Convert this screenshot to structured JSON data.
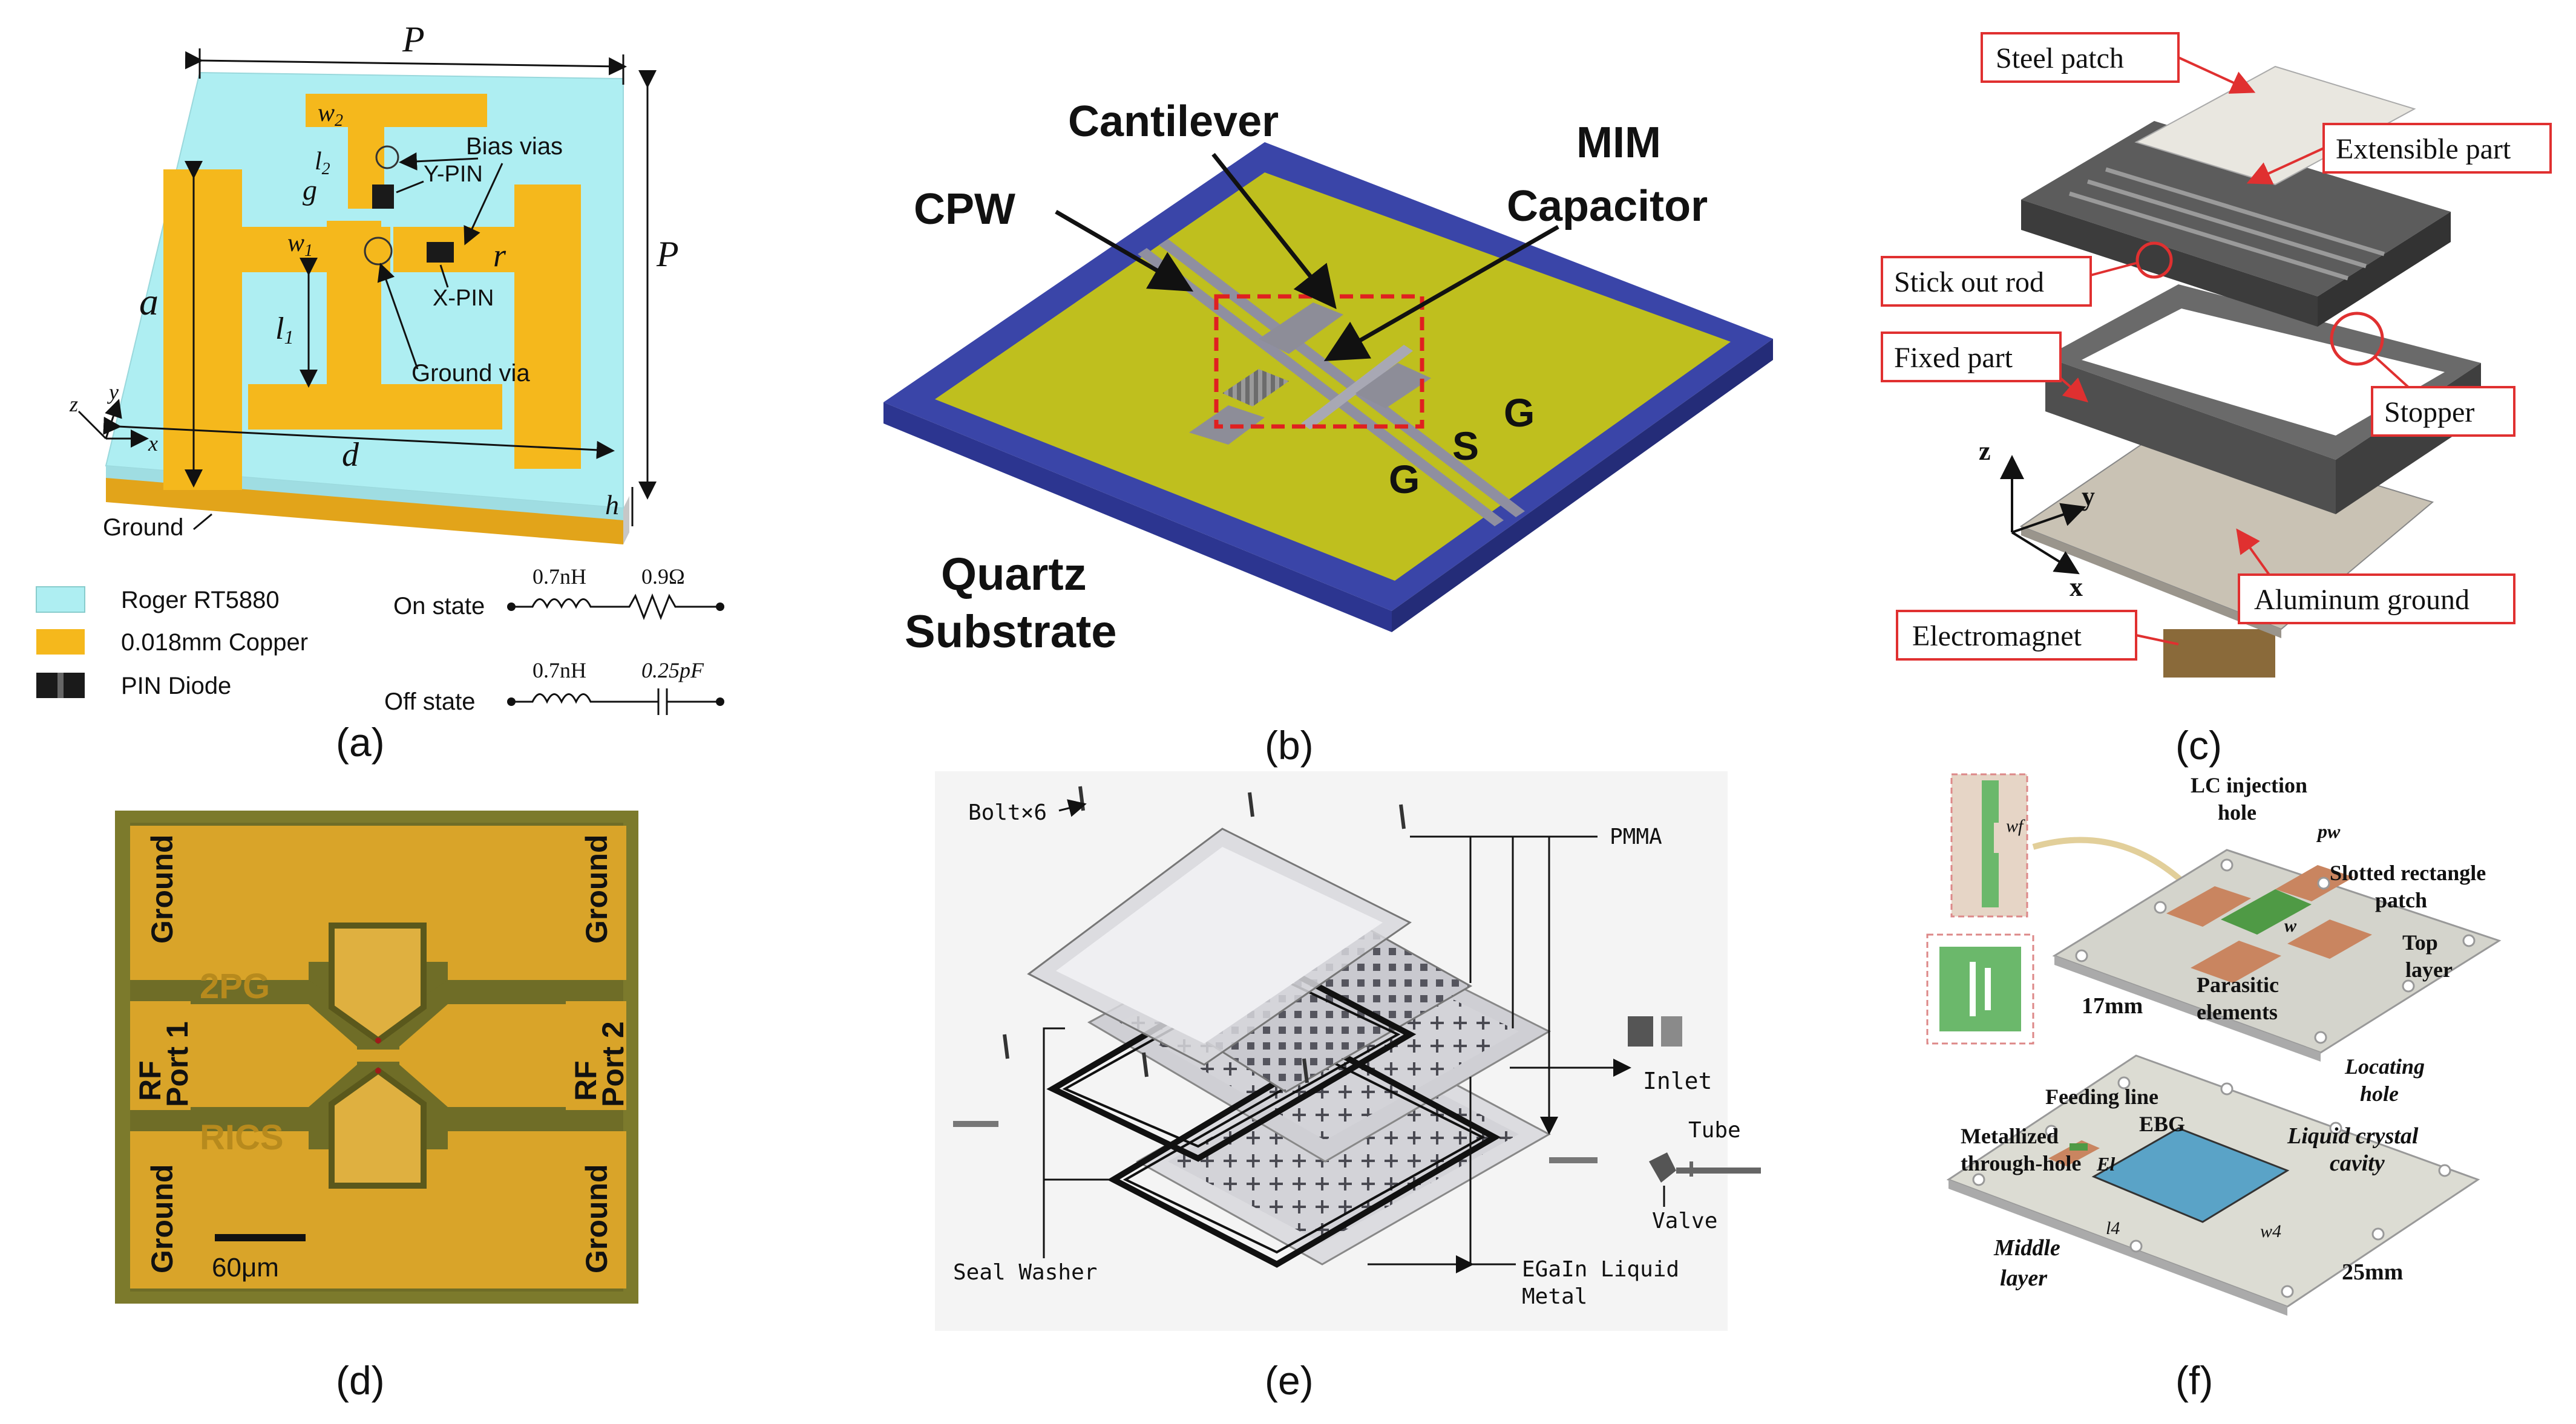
{
  "captions": {
    "a": "(a)",
    "b": "(b)",
    "c": "(c)",
    "d": "(d)",
    "e": "(e)",
    "f": "(f)"
  },
  "panel_a": {
    "P_top": "P",
    "P_side": "P",
    "w2": "w",
    "w2_sub": "2",
    "l2": "l",
    "l2_sub": "2",
    "g": "g",
    "w1": "w",
    "w1_sub": "1",
    "l1": "l",
    "l1_sub": "1",
    "a": "a",
    "r": "r",
    "d": "d",
    "h": "h",
    "bias_vias": "Bias vias",
    "ypin": "Y-PIN",
    "xpin": "X-PIN",
    "ground_via": "Ground via",
    "ground": "Ground",
    "axis_x": "x",
    "axis_y": "y",
    "axis_z": "z",
    "legend": [
      {
        "label": "Roger RT5880",
        "color": "#aeeef2"
      },
      {
        "label": "0.018mm Copper",
        "color": "#f5b81c"
      },
      {
        "label": "PIN Diode",
        "color": "#1a1a1a"
      }
    ],
    "on_state": "On state",
    "on_L": "0.7nH",
    "on_R": "0.9Ω",
    "off_state": "Off state",
    "off_L": "0.7nH",
    "off_C": "0.25pF"
  },
  "panel_b": {
    "cantilever": "Cantilever",
    "mim1": "MIM",
    "mim2": "Capacitor",
    "cpw": "CPW",
    "g1": "G",
    "s": "S",
    "g2": "G",
    "quartz1": "Quartz",
    "quartz2": "Substrate",
    "substrate_color": "#3a45a8",
    "metal_color": "#bfbf1e"
  },
  "panel_c": {
    "steel": "Steel patch",
    "extensible": "Extensible part",
    "stick": "Stick out rod",
    "fixed": "Fixed part",
    "stopper": "Stopper",
    "aluminum": "Aluminum ground",
    "electromagnet": "Electromagnet",
    "axis_x": "x",
    "axis_y": "y",
    "axis_z": "z",
    "label_border": "#e03030"
  },
  "panel_d": {
    "ground_tl": "Ground",
    "ground_tr": "Ground",
    "ground_bl": "Ground",
    "ground_br": "Ground",
    "rf1a": "RF",
    "rf1b": "Port 1",
    "rf2a": "RF",
    "rf2b": "Port 2",
    "wm1": "2PG",
    "wm2": "RICS",
    "scale": "60μm",
    "gold": "#d9a429",
    "bg": "#7c7a2c"
  },
  "panel_e": {
    "bolt": "Bolt×6",
    "pmma": "PMMA",
    "inlet": "Inlet",
    "tube": "Tube",
    "valve": "Valve",
    "seal": "Seal Washer",
    "egain1": "EGaIn Liquid",
    "egain2": "Metal"
  },
  "panel_f": {
    "lc1": "LC injection",
    "lc2": "hole",
    "pw": "pw",
    "wf": "wf",
    "slot1": "Slotted rectangle",
    "slot2": "patch",
    "wv": "w",
    "top1": "Top",
    "top2": "layer",
    "para1": "Parasitic",
    "para2": "elements",
    "dim17": "17mm",
    "feed": "Feeding line",
    "locating1": "Locating",
    "locating2": "hole",
    "metal1": "Metallized",
    "metal2": "through-hole",
    "ebg": "EBG",
    "el": "El",
    "lc_cav1": "Liquid crystal",
    "lc_cav2": "cavity",
    "l4": "l4",
    "w4": "w4",
    "mid1": "Middle",
    "mid2": "layer",
    "dim25": "25mm"
  }
}
